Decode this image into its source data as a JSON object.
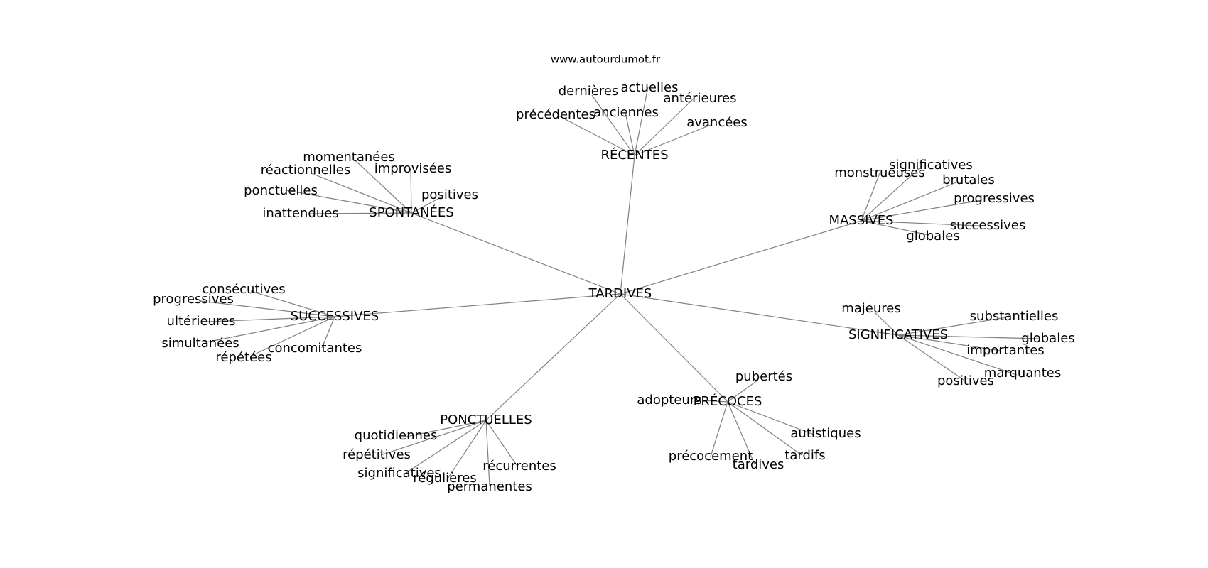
{
  "site": "www.autourdumot.fr",
  "root": "TARDIVES",
  "clusters": [
    {
      "label": "RÉCENTES",
      "leaves": [
        "dernières",
        "actuelles",
        "antérieures",
        "précédentes",
        "anciennes",
        "avancées"
      ]
    },
    {
      "label": "SPONTANÉES",
      "leaves": [
        "momentanées",
        "réactionnelles",
        "improvisées",
        "ponctuelles",
        "positives",
        "inattendues"
      ]
    },
    {
      "label": "MASSIVES",
      "leaves": [
        "significatives",
        "monstrueuses",
        "brutales",
        "progressives",
        "successives",
        "globales"
      ]
    },
    {
      "label": "SUCCESSIVES",
      "leaves": [
        "consécutives",
        "progressives",
        "ultérieures",
        "simultanées",
        "répétées",
        "concomitantes"
      ]
    },
    {
      "label": "SIGNIFICATIVES",
      "leaves": [
        "majeures",
        "substantielles",
        "globales",
        "importantes",
        "marquantes",
        "positives"
      ]
    },
    {
      "label": "PRÉCOCES",
      "leaves": [
        "pubertés",
        "adopteurs",
        "autistiques",
        "précocement",
        "tardives",
        "tardifs"
      ]
    },
    {
      "label": "PONCTUELLES",
      "leaves": [
        "quotidiennes",
        "répétitives",
        "significatives",
        "régulières",
        "récurrentes",
        "permanentes"
      ]
    }
  ]
}
